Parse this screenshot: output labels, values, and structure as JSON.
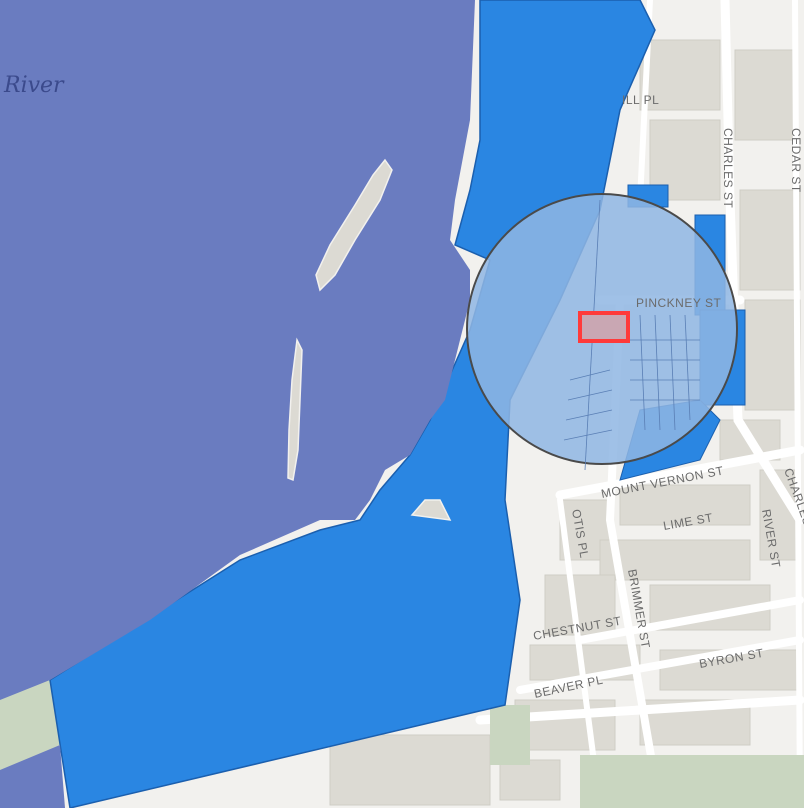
{
  "map": {
    "water_label": "River",
    "colors": {
      "water": "#6a7cc0",
      "land": "#f2f1ee",
      "block": "#dcdad3",
      "road": "#ffffff",
      "park": "#c9d6c0",
      "district": "#2a86e2",
      "district_outline": "#1b5fae",
      "buffer_fill": "#8fb6e3",
      "buffer_stroke": "#4a4a4a",
      "selected_parcel": "#ff3a3a"
    },
    "streets": {
      "fill_pl": "ILL PL",
      "charles_st": "CHARLES ST",
      "cedar_st": "CEDAR ST",
      "pinckney_st": "PINCKNEY ST",
      "mount_vernon_st": "MOUNT VERNON ST",
      "charles_st_2": "CHARLES",
      "otis_pl": "OTIS PL",
      "lime_st": "LIME ST",
      "river_st": "RIVER ST",
      "brimmer_st": "BRIMMER ST",
      "chestnut_st": "CHESTNUT ST",
      "byron_st": "BYRON ST",
      "beaver_pl": "BEAVER PL"
    }
  }
}
